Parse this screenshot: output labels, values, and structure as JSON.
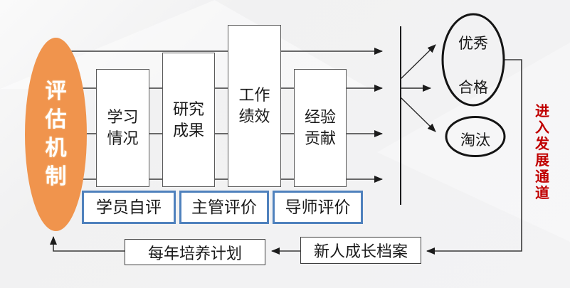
{
  "colors": {
    "accent_orange": "#F0944D",
    "accent_blue": "#4F81BD",
    "accent_red": "#C00000",
    "connector_line": "#3A3A3A",
    "shape_stroke": "#141414"
  },
  "diagram": {
    "mechanism_label": "评\n估\n机\n制",
    "criteria": [
      {
        "label": "学习\n情况"
      },
      {
        "label": "研究\n成果"
      },
      {
        "label": "工作\n绩效"
      },
      {
        "label": "经验\n贡献"
      }
    ],
    "evaluators": [
      {
        "label": "学员自评"
      },
      {
        "label": "主管评价"
      },
      {
        "label": "导师评价"
      }
    ],
    "outcomes": {
      "excellent": "优秀",
      "qualified": "合格",
      "eliminated": "淘汰"
    },
    "development_channel_label": "进\n入\n发\n展\n通\n道",
    "feedback": {
      "annual_plan": "每年培养计划",
      "growth_file": "新人成长档案"
    }
  }
}
